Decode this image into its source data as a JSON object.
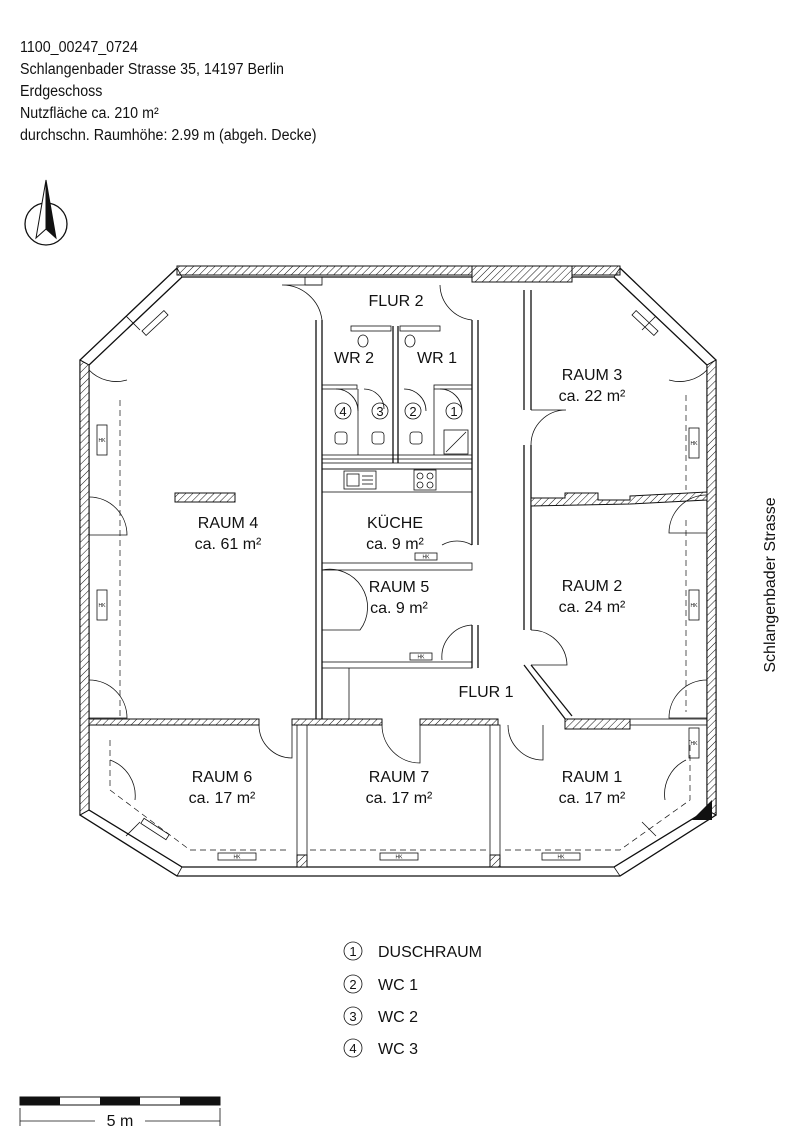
{
  "header": {
    "id": "1100_00247_0724",
    "address": "Schlangenbader Strasse 35, 14197 Berlin",
    "floor": "Erdgeschoss",
    "area": "Nutzfläche ca. 210 m²",
    "height": "durchschn. Raumhöhe: 2.99 m (abgeh. Decke)"
  },
  "street": "Schlangenbader Strasse",
  "rooms": {
    "flur2": "FLUR 2",
    "wr2": "WR 2",
    "wr1": "WR 1",
    "raum3": {
      "name": "RAUM 3",
      "area": "ca. 22 m²"
    },
    "raum4": {
      "name": "RAUM 4",
      "area": "ca. 61 m²"
    },
    "kueche": {
      "name": "KÜCHE",
      "area": "ca. 9 m²"
    },
    "raum5": {
      "name": "RAUM 5",
      "area": "ca. 9 m²"
    },
    "raum2": {
      "name": "RAUM 2",
      "area": "ca. 24 m²"
    },
    "flur1": "FLUR 1",
    "raum6": {
      "name": "RAUM 6",
      "area": "ca. 17 m²"
    },
    "raum7": {
      "name": "RAUM 7",
      "area": "ca. 17 m²"
    },
    "raum1": {
      "name": "RAUM 1",
      "area": "ca. 17 m²"
    }
  },
  "stalls": [
    "4",
    "3",
    "2",
    "1"
  ],
  "legend": [
    {
      "num": "1",
      "label": "DUSCHRAUM"
    },
    {
      "num": "2",
      "label": "WC 1"
    },
    {
      "num": "3",
      "label": "WC 2"
    },
    {
      "num": "4",
      "label": "WC 3"
    }
  ],
  "scale": {
    "label": "5  m"
  },
  "radiator_mark": "HK"
}
